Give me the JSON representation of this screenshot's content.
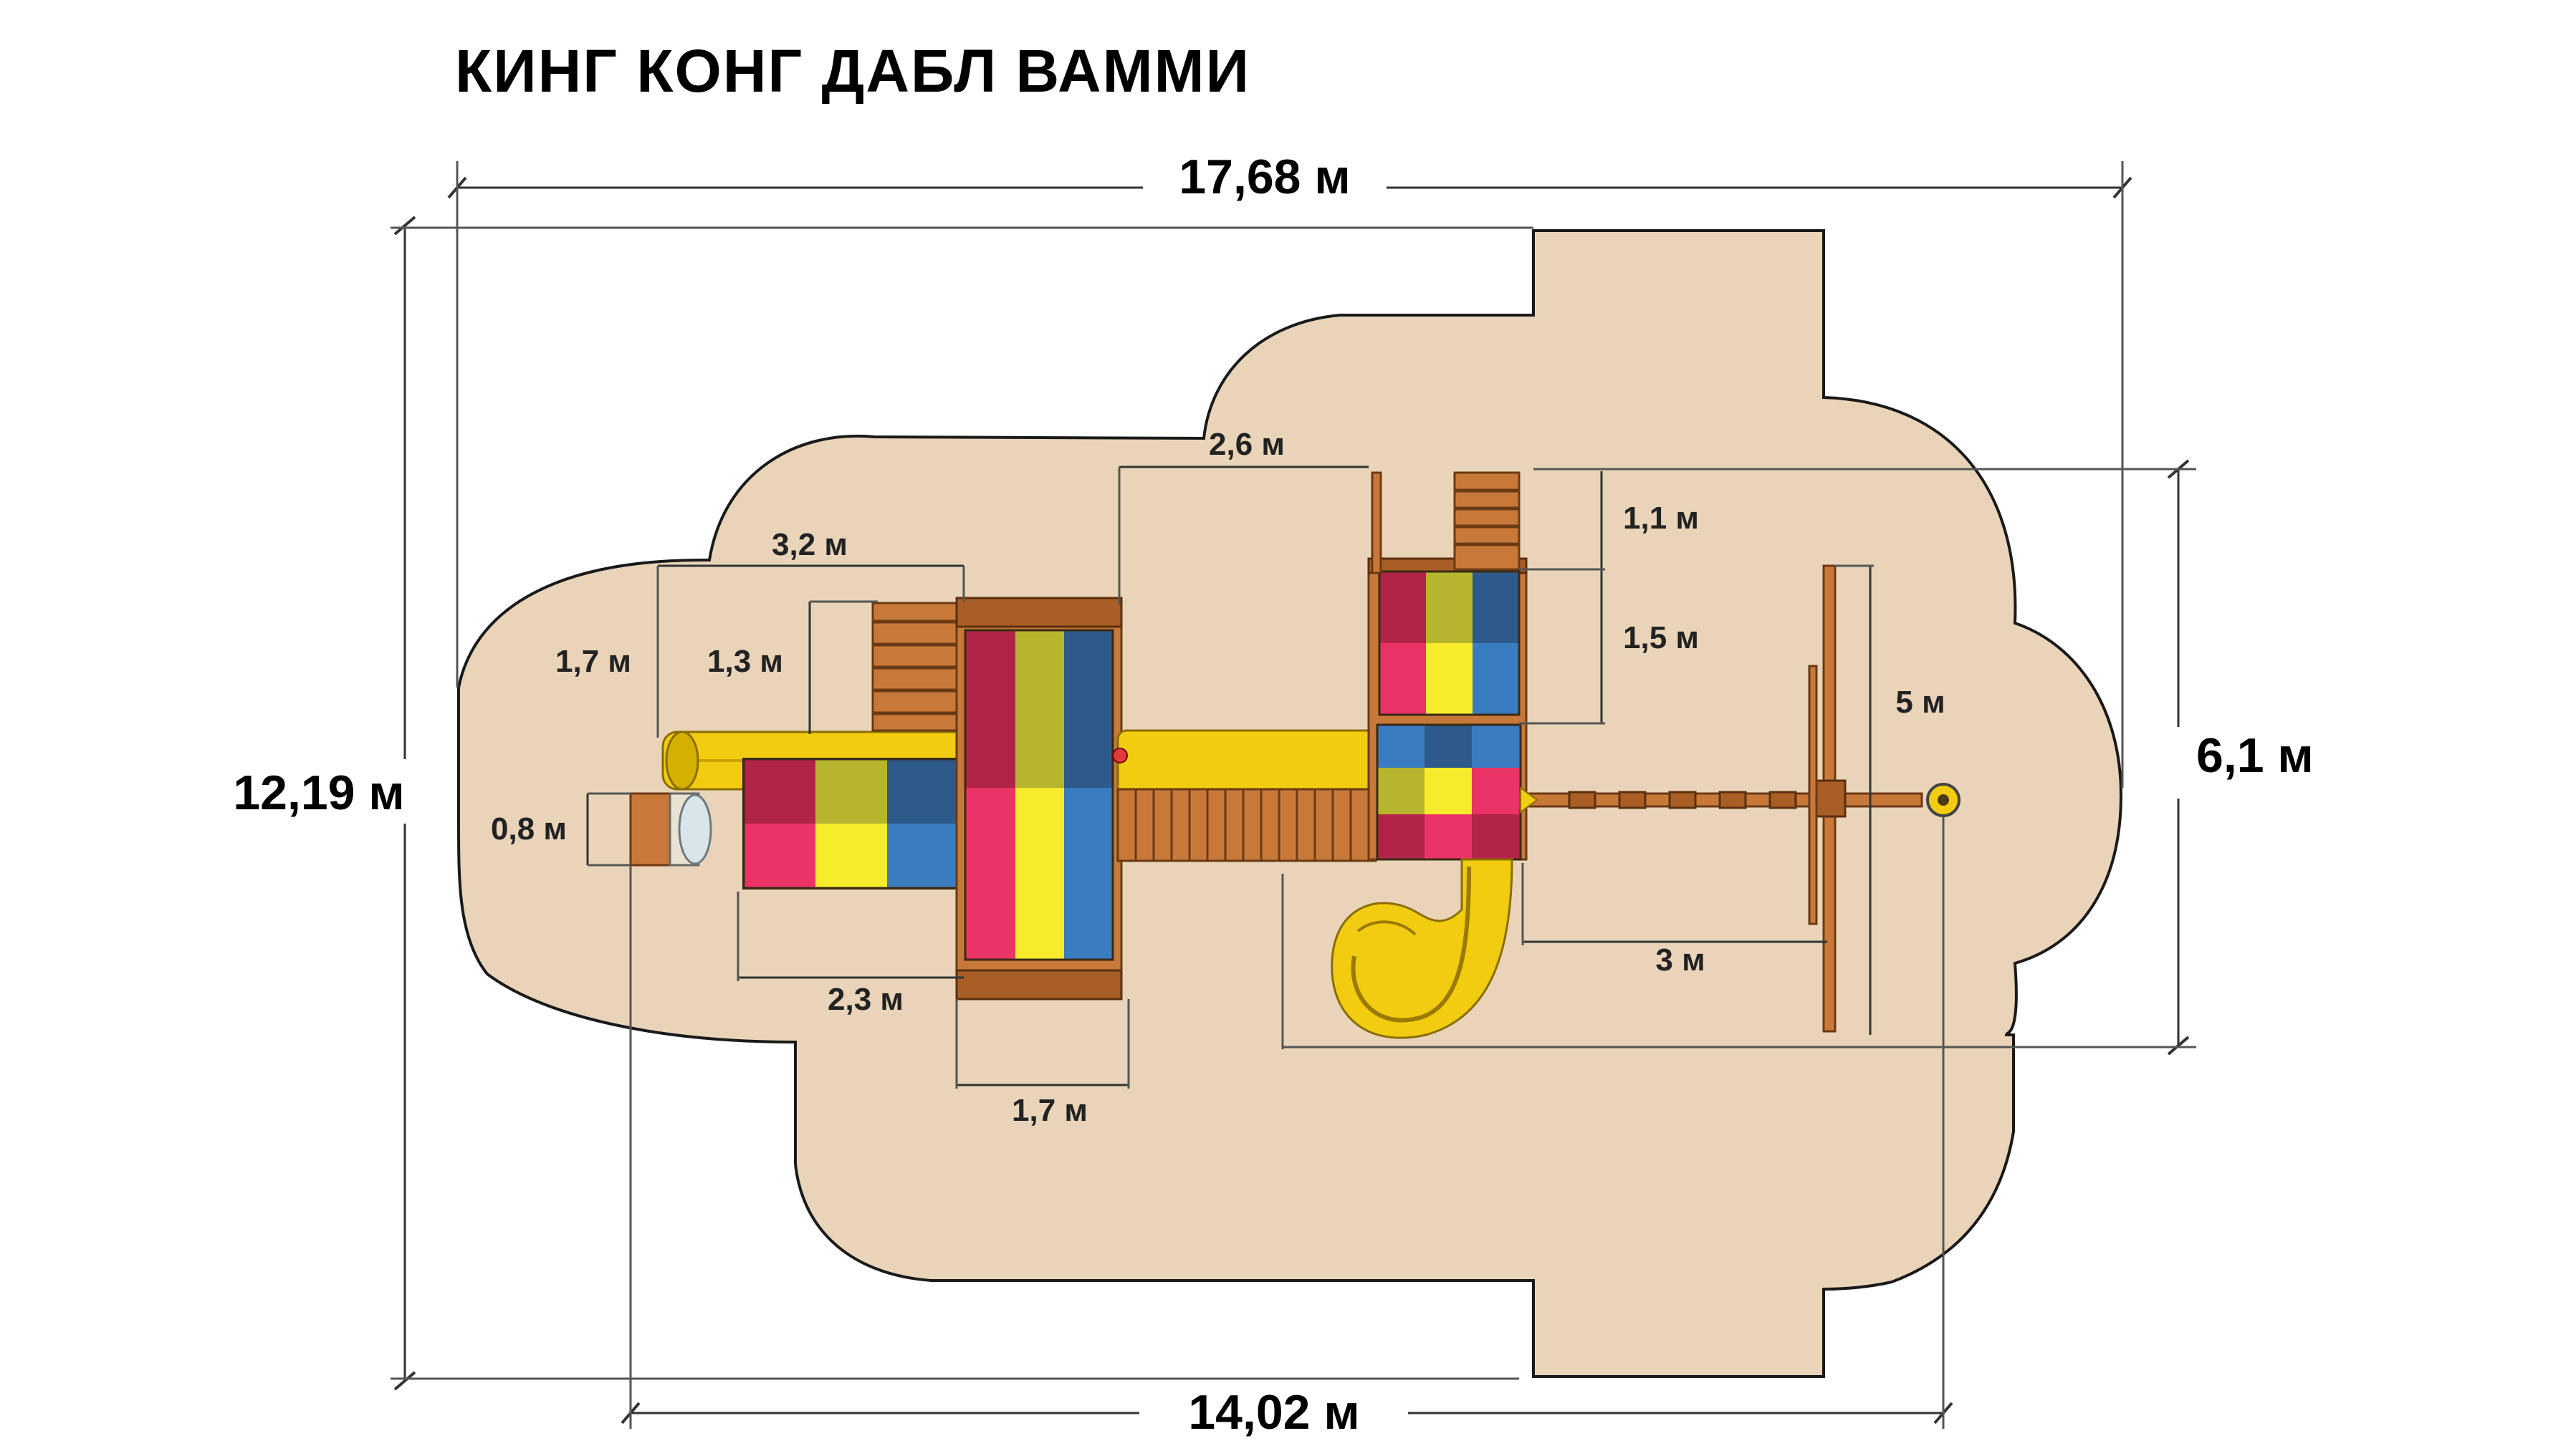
{
  "title": "КИНГ КОНГ ДАБЛ ВАММИ",
  "overall": {
    "width_top": "17,68 м",
    "width_bottom": "14,02 м",
    "height_left": "12,19 м",
    "height_right": "6,1 м"
  },
  "dimensions": {
    "d_3_2": "3,2 м",
    "d_1_7_left": "1,7 м",
    "d_1_3": "1,3 м",
    "d_0_8": "0,8 м",
    "d_2_3": "2,3 м",
    "d_1_7_bottom": "1,7 м",
    "d_2_6": "2,6 м",
    "d_1_1": "1,1 м",
    "d_1_5": "1,5 м",
    "d_5": "5 м",
    "d_3": "3 м"
  },
  "colors": {
    "zone": "#e9d4b9",
    "roof_red": "#ea3468",
    "roof_olive": "#b7b52e",
    "roof_yellow": "#f7ec2c",
    "roof_blue": "#3a7cc0",
    "roof_maroon": "#b22447",
    "roof_navy": "#2d5a8a"
  }
}
